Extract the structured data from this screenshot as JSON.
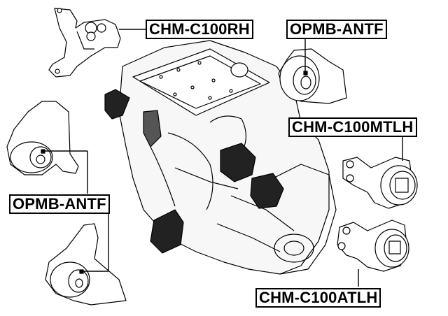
{
  "diagram": {
    "type": "exploded parts diagram",
    "subject": "Engine and transmission with mount locations",
    "labels": [
      {
        "id": "top-right-mount",
        "text": "CHM-C100RH",
        "part": "upper right engine mount"
      },
      {
        "id": "top-torque-mount",
        "text": "OPMB-ANTF",
        "part": "upper round mount with bracket"
      },
      {
        "id": "middle-right-mount",
        "text": "CHM-C100MTLH",
        "part": "left transmission mount (manual)"
      },
      {
        "id": "left-rear-mount",
        "text": "OPMB-ANTF",
        "part": "left round mount with bracket"
      },
      {
        "id": "bottom-right-mount",
        "text": "CHM-C100ATLH",
        "part": "left transmission mount (automatic)"
      }
    ]
  },
  "colors": {
    "line": "#000000",
    "background": "#ffffff",
    "shade": "#e6e6e6"
  }
}
